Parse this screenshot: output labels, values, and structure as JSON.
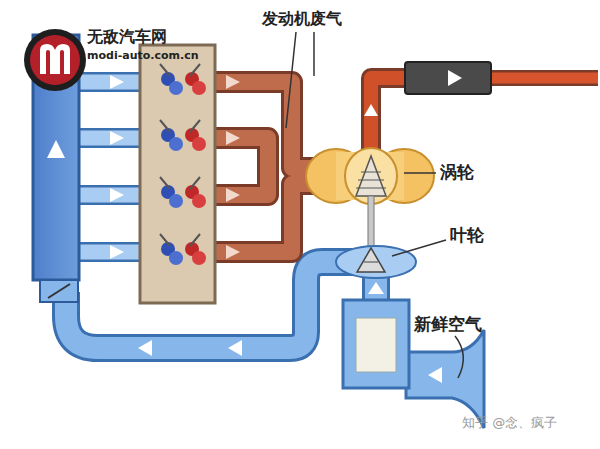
{
  "diagram": {
    "labels": [
      "无敌汽车网",
      "modi-auto.com.cn",
      "发动机废气",
      "涡轮",
      "叶轮",
      "新鲜空气",
      "知乎 @念、疯子"
    ]
  }
}
